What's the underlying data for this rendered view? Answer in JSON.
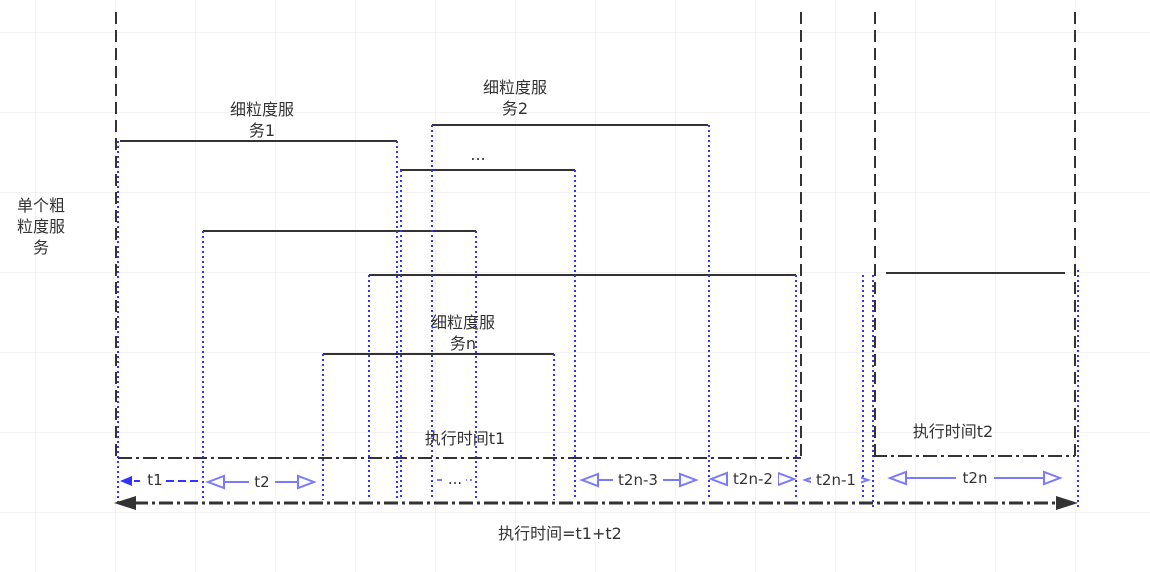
{
  "left_label": [
    "单个粗",
    "粒度服",
    "务"
  ],
  "service_labels": {
    "service1": [
      "细粒度服",
      "务1"
    ],
    "service2": [
      "细粒度服",
      "务2"
    ],
    "ellipsis": "...",
    "servicen": [
      "细粒度服",
      "务n"
    ]
  },
  "exec_time_1": "执行时间t1",
  "exec_time_2": "执行时间t2",
  "exec_total": "执行时间=t1+t2",
  "intervals": {
    "t1": "t1",
    "t2": "t2",
    "mid": "...",
    "t2n_3": "t2n-3",
    "t2n_2": "t2n-2",
    "t2n_1": "t2n-1",
    "t2n": "t2n"
  },
  "colors": {
    "grid": "#e8e8e8",
    "line": "#333333",
    "dotted": "#3333ff",
    "arrow": "#7a7aff"
  }
}
